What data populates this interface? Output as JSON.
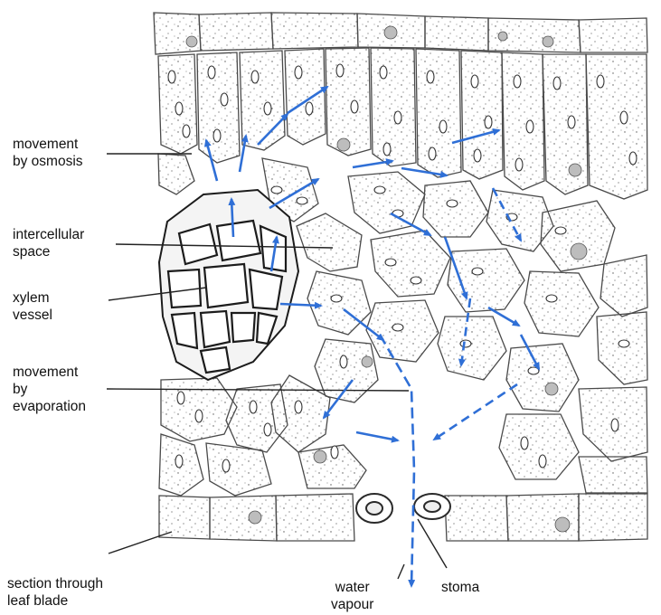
{
  "labels": {
    "osmosis": [
      "movement",
      "by osmosis"
    ],
    "intercellular": [
      "intercellular",
      "space"
    ],
    "xylem": [
      "xylem",
      "vessel"
    ],
    "evaporation": [
      "movement",
      "by",
      "evaporation"
    ],
    "section": [
      "section through",
      "leaf blade"
    ],
    "water_vapour": [
      "water",
      "vapour"
    ],
    "stoma": "stoma"
  },
  "colors": {
    "arrow": "#2f6fd6",
    "cell_wall": "#4a4a4a",
    "xylem_wall": "#1c1c1c",
    "leader_line": "#222222"
  }
}
